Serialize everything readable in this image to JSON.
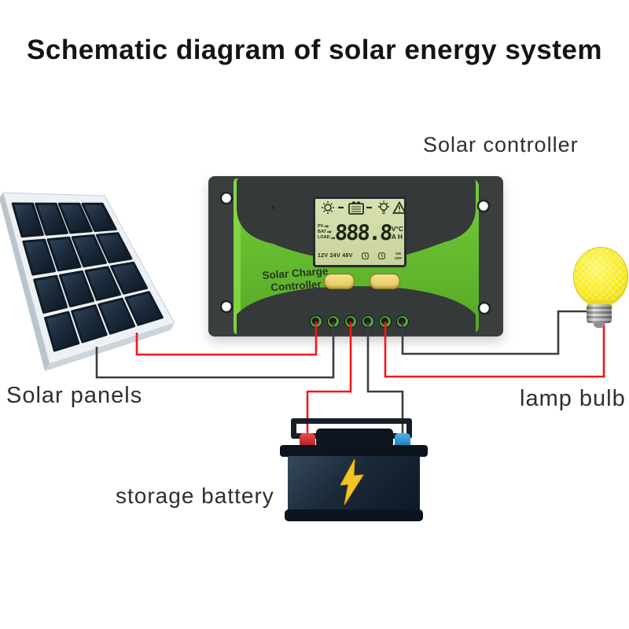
{
  "title": "Schematic diagram of solar energy system",
  "labels": {
    "controller": "Solar controller",
    "panels": "Solar panels",
    "lamp": "lamp bulb",
    "battery": "storage battery"
  },
  "controller": {
    "brand": "Solar Charge Controller",
    "lcd": {
      "channels": [
        "PV",
        "BAT",
        "LOAD"
      ],
      "digits": "888.8",
      "units": {
        "line1": "V°C",
        "line2": "A H"
      },
      "voltages": "12V 24V 48V",
      "on_label": "ON",
      "off_label": "OFF"
    }
  },
  "icons": {
    "arrow": "⇒"
  },
  "colors": {
    "wire_red": "#f3161a",
    "wire_black": "#3d3d3d",
    "lcd_bg": "#c8d39e",
    "lcd_ink": "#212a1c",
    "button_yellow": "#e6c85f",
    "terminal_red": "#b71b21",
    "terminal_blue": "#177fb9",
    "bulb_yellow": "#f7e91f",
    "bolt_yellow": "#f3c51e",
    "controller_green": "#5cb62c",
    "controller_dark": "#3a3e3e",
    "battery_dark": "#0e1826",
    "panel_cell": "#1b2a3a"
  }
}
